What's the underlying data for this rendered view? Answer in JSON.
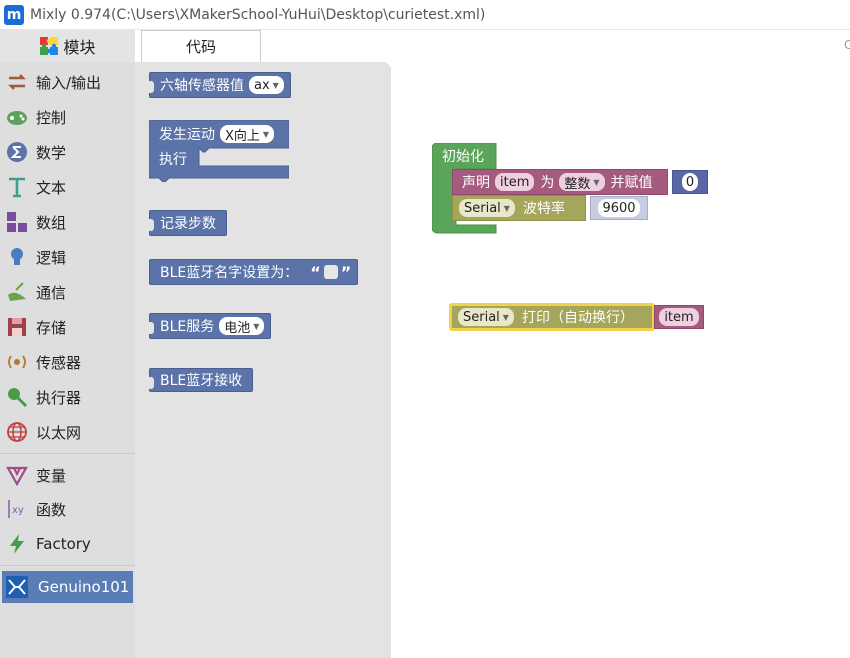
{
  "window": {
    "title": "Mixly 0.974(C:\\Users\\XMakerSchool-YuHui\\Desktop\\curietest.xml)"
  },
  "tabs": {
    "modules": "模块",
    "code": "代码",
    "edge_char": "C"
  },
  "sidebar": {
    "categories": [
      {
        "label": "输入/输出",
        "icon": "arrows-exchange-icon",
        "color": "#a05a3c"
      },
      {
        "label": "控制",
        "icon": "gamepad-icon",
        "color": "#5fa05f"
      },
      {
        "label": "数学",
        "icon": "sigma-icon",
        "color": "#5b73a8"
      },
      {
        "label": "文本",
        "icon": "text-t-icon",
        "color": "#3aa38f"
      },
      {
        "label": "数组",
        "icon": "blocks-array-icon",
        "color": "#7a4c9e"
      },
      {
        "label": "逻辑",
        "icon": "lightbulb-icon",
        "color": "#4a7cc0"
      },
      {
        "label": "通信",
        "icon": "satellite-icon",
        "color": "#6fa04a"
      },
      {
        "label": "存储",
        "icon": "floppy-icon",
        "color": "#a0404a"
      },
      {
        "label": "传感器",
        "icon": "sensor-icon",
        "color": "#b07a30"
      },
      {
        "label": "执行器",
        "icon": "actuator-icon",
        "color": "#4a9a4a"
      },
      {
        "label": "以太网",
        "icon": "globe-icon",
        "color": "#c04040"
      },
      {
        "label": "变量",
        "icon": "variable-icon",
        "color": "#a04a8a"
      },
      {
        "label": "函数",
        "icon": "function-xy-icon",
        "color": "#8a5aa8"
      },
      {
        "label": "Factory",
        "icon": "lightning-icon",
        "color": "#4a9a4a"
      },
      {
        "label": "Genuino101",
        "icon": "genuino-icon",
        "color": "#ffffff"
      }
    ]
  },
  "flyout": {
    "six_axis": {
      "label": "六轴传感器值",
      "dropdown": "ax"
    },
    "motion": {
      "label": "发生运动",
      "dropdown": "X向上",
      "exec": "执行"
    },
    "step": {
      "label": "记录步数"
    },
    "ble_name": {
      "label": "BLE蓝牙名字设置为：",
      "quote_open": "“",
      "quote_close": "”"
    },
    "ble_service": {
      "label": "BLE服务",
      "dropdown": "电池"
    },
    "ble_recv": {
      "label": "BLE蓝牙接收"
    }
  },
  "workspace": {
    "init": {
      "label": "初始化"
    },
    "declare": {
      "label": "声明",
      "var": "item",
      "as": "为",
      "type": "整数",
      "assign": "并赋值",
      "value": "0"
    },
    "baud": {
      "serial": "Serial",
      "label": "波特率",
      "value": "9600"
    },
    "print": {
      "serial": "Serial",
      "label": "打印（自动换行）",
      "var": "item"
    }
  },
  "colors": {
    "sidebar_bg": "#dedede",
    "flyout_bg": "#e3e3e3",
    "selected_category": "#5b7db5",
    "ble_block": "#5b73a8",
    "init_block": "#5ba55b",
    "declare_block": "#a55b80",
    "serial_block": "#a5a55b",
    "number_block": "#5b67a5",
    "highlight": "#f2d24a"
  }
}
